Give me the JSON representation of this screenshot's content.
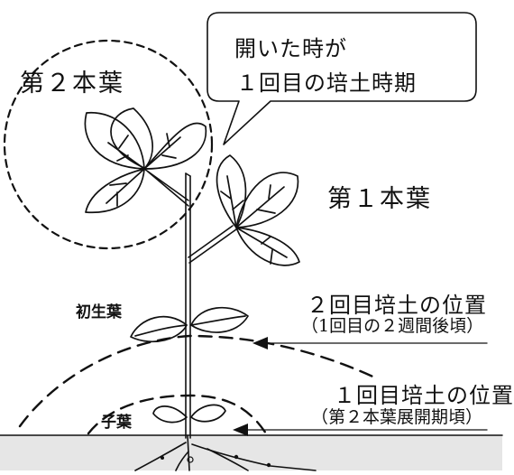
{
  "callout": {
    "line1": "開いた時が",
    "line2": "１回目の培土時期"
  },
  "labels": {
    "second_true_leaf": "第２本葉",
    "first_true_leaf": "第１本葉",
    "primary_leaf": "初生葉",
    "cotyledon": "子葉"
  },
  "annotations": {
    "second_hilling_title": "２回目培土の位置",
    "second_hilling_note": "（1回目の２週間後頃）",
    "first_hilling_title": "１回目培土の位置",
    "first_hilling_note": "（第２本葉展開期頃）"
  }
}
